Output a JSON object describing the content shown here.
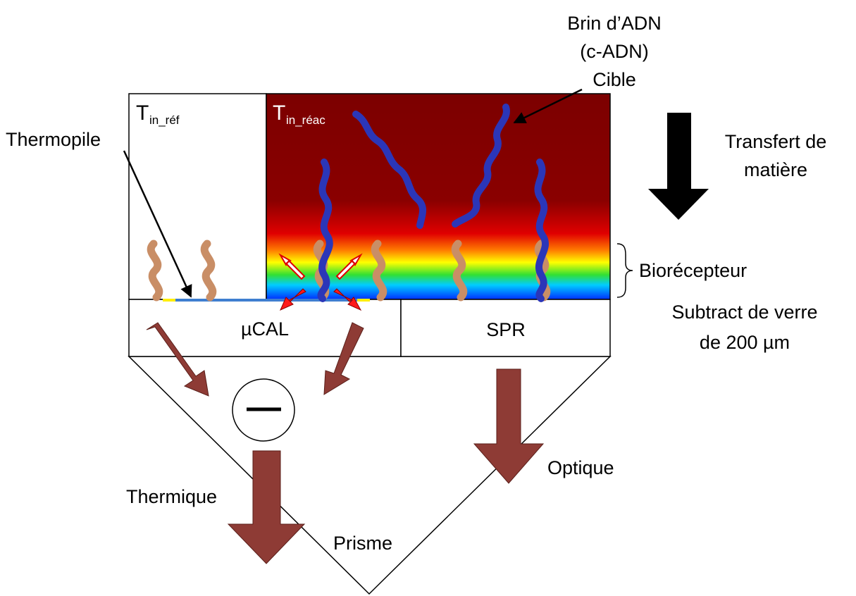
{
  "labels": {
    "target_line1": "Brin d’ADN",
    "target_line2": "(c-ADN)",
    "target_line3": "Cible",
    "thermopile": "Thermopile",
    "ref_T": "T",
    "ref_sub": "in_réf",
    "reac_T": "T",
    "reac_sub": "in_réac",
    "transfer_line1": "Transfert de",
    "transfer_line2": "matière",
    "bioreceptor": "Biorécepteur",
    "substrate_line1": "Subtract de verre",
    "substrate_line2": "de 200 µm",
    "ucal": "µCAL",
    "spr": "SPR",
    "optical": "Optique",
    "thermal": "Thermique",
    "prism": "Prisme"
  },
  "colors": {
    "chamber_dark_red": "#7c0000",
    "heat_arrow": "#8e3b35",
    "thermopile_line": "#3f7fd0",
    "thermopile_junction": "#ffee00",
    "dna_target": "#2b36b8",
    "dna_probe": "#d9a47f",
    "emission_arrow": "#ff1a1a"
  },
  "icons": {
    "subtract_symbol": "minus-circle-icon",
    "mass_transfer": "down-arrow-icon"
  }
}
